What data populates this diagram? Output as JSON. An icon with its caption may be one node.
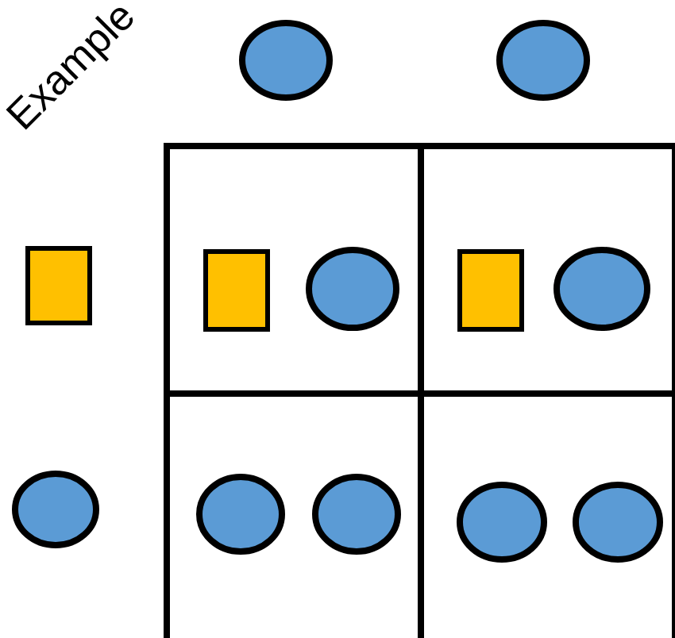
{
  "diagram": {
    "nodes": [
      {
        "text": [],
        "shape": "circle"
      },
      {
        "text": [],
        "shape": "circle"
      },
      {
        "text": [],
        "shape": "square"
      },
      {
        "text": [],
        "shape": "box"
      },
      {
        "text": [],
        "shape": "square",
        "in": 3
      },
      {
        "text": [],
        "shape": "circle",
        "in": 3
      },
      {
        "text": [],
        "shape": "box"
      },
      {
        "text": [],
        "shape": "square",
        "in": 6
      },
      {
        "text": [],
        "shape": "circle",
        "in": 6
      },
      {
        "text": [],
        "shape": "circle"
      },
      {
        "text": [],
        "shape": "box"
      },
      {
        "text": [],
        "shape": "circle",
        "in": 10
      },
      {
        "text": [],
        "shape": "circle",
        "in": 10
      },
      {
        "text": [],
        "shape": "box"
      },
      {
        "text": [],
        "shape": "circle",
        "in": 13
      },
      {
        "text": [],
        "shape": "circle",
        "in": 13
      }
    ],
    "edges": [],
    "labels": [
      "Example"
    ]
  }
}
